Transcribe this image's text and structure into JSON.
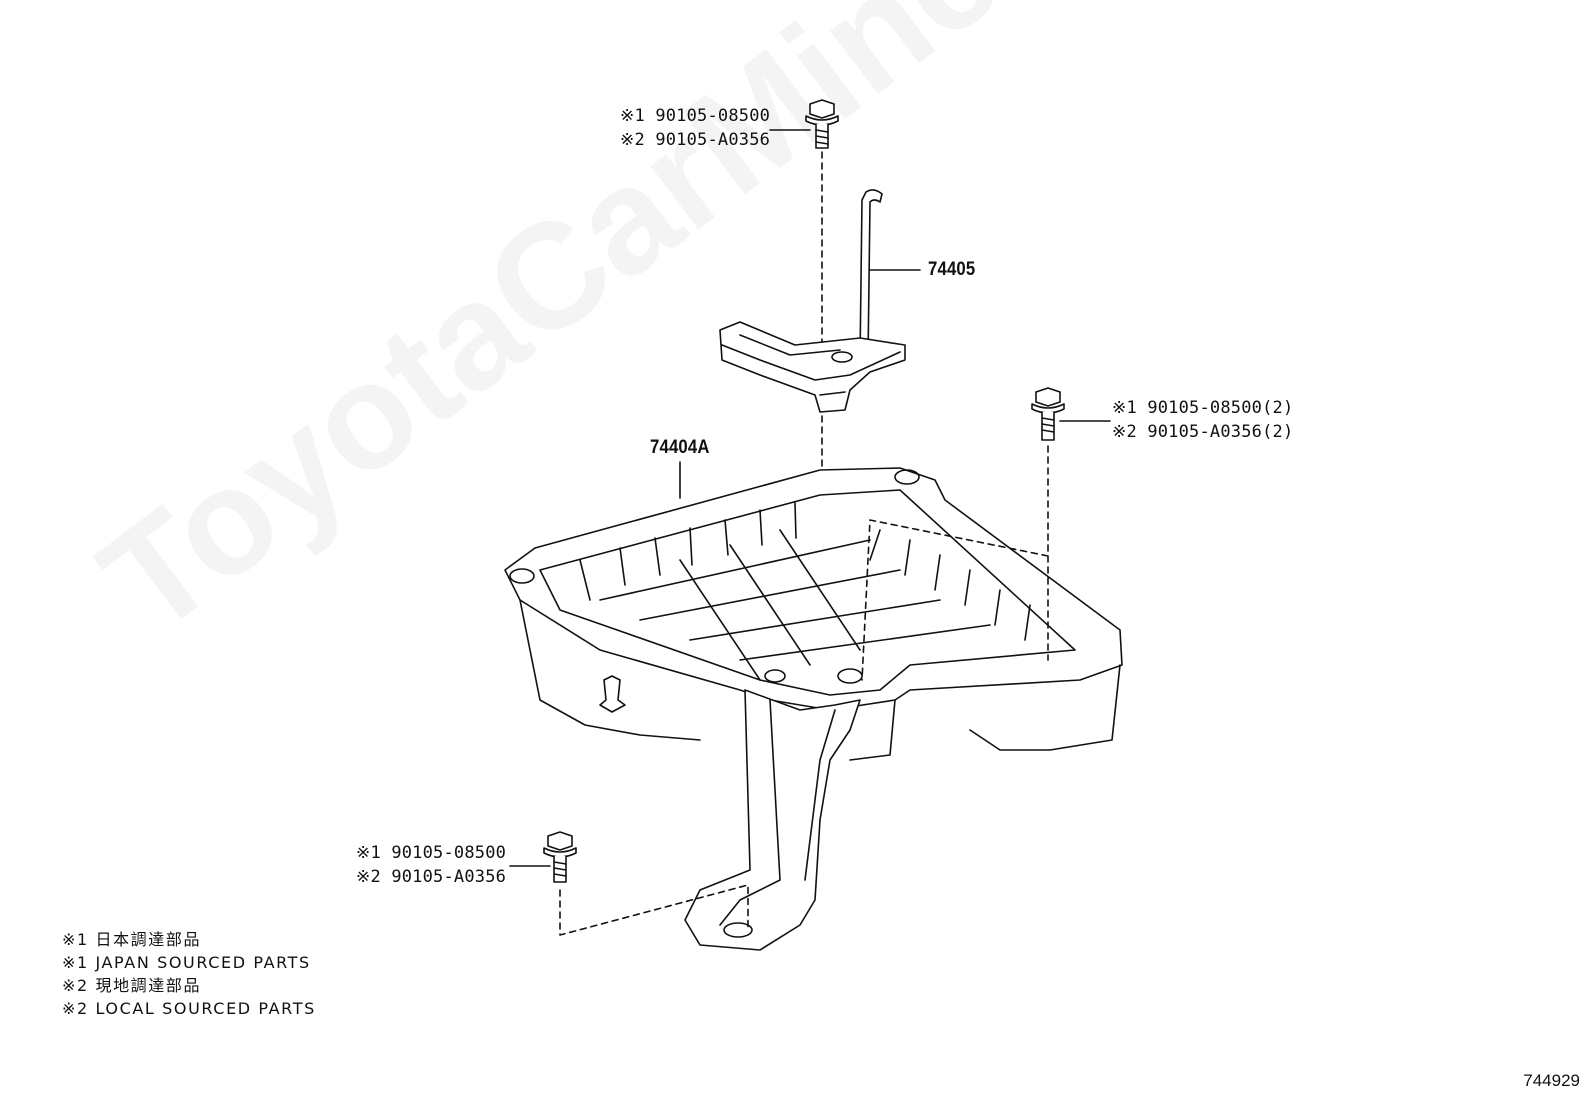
{
  "watermark": "ToyotaCarMine.ru",
  "diagram_number": "744929",
  "callouts": {
    "top_bolt": {
      "line1": "※1 90105-08500",
      "line2": "※2 90105-A0356"
    },
    "right_bolt": {
      "line1": "※1 90105-08500(2)",
      "line2": "※2 90105-A0356(2)"
    },
    "bottom_bolt": {
      "line1": "※1 90105-08500",
      "line2": "※2 90105-A0356"
    },
    "clamp": "74405",
    "tray": "74404A"
  },
  "legend": [
    "※1 日本調達部品",
    "※1 JAPAN SOURCED PARTS",
    "※2 現地調達部品",
    "※2 LOCAL SOURCED PARTS"
  ]
}
